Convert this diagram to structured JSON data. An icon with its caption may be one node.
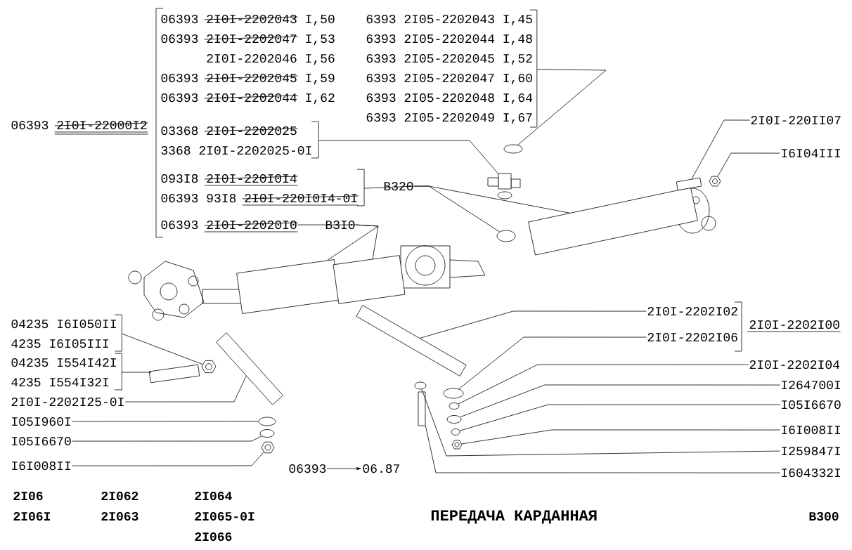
{
  "diagram": {
    "title": "ПЕРЕДАЧА КАРДАННАЯ",
    "nodes": [
      {
        "text": [
          "6393 2I05-2202043 I,45",
          "6393 2I05-2202044 I,48",
          "6393 2I05-2202045 I,52",
          "6393 2I05-2202047 I,60",
          "6393 2I05-2202048 I,64",
          "6393 2I05-2202049 I,67"
        ]
      },
      {
        "text": [
          "03368 2I0I-2202025",
          "3368 2I0I-2202025-0I"
        ]
      },
      {
        "text": [
          "093I8 2I0I-220I0I4",
          "06393 93I8 2I0I-220I0I4-0I"
        ]
      },
      {
        "text": [
          "B320"
        ]
      },
      {
        "text": [
          "06393 2I0I-22020I0"
        ]
      },
      {
        "text": [
          "B3I0"
        ]
      },
      {
        "text": [
          "2I0I-220II07"
        ]
      },
      {
        "text": [
          "I6I04III"
        ]
      },
      {
        "text": [
          "04235 I6I050II",
          "4235 I6I05III"
        ]
      },
      {
        "text": [
          "04235 I554I42I",
          "4235 I554I32I"
        ]
      },
      {
        "text": [
          "2I0I-2202I02"
        ]
      },
      {
        "text": [
          "2I0I-2202I06"
        ]
      },
      {
        "text": [
          "2I0I-2202I04"
        ]
      },
      {
        "text": [
          "I264700I"
        ]
      },
      {
        "text": [
          "2I0I-2202I25-0I"
        ]
      },
      {
        "text": [
          "I05I6670"
        ]
      },
      {
        "text": [
          "I05I960I"
        ]
      },
      {
        "text": [
          "I6I008II"
        ]
      },
      {
        "text": [
          "I05I6670"
        ]
      },
      {
        "text": [
          "I259847I"
        ]
      },
      {
        "text": [
          "I6I008II"
        ]
      },
      {
        "text": [
          "I604332I"
        ]
      },
      {
        "text": [
          "06393"
        ]
      },
      {
        "text": [
          "06.87"
        ]
      },
      {
        "text": [],
        "shape": "circle"
      },
      {
        "text": [],
        "shape": "picture"
      },
      {
        "text": [],
        "shape": "circle"
      },
      {
        "text": [],
        "shape": "box"
      },
      {
        "text": [],
        "shape": "box"
      },
      {
        "text": [],
        "shape": "picture"
      },
      {
        "text": [],
        "shape": "box"
      },
      {
        "text": [],
        "shape": "box"
      },
      {
        "text": [],
        "shape": "picture"
      },
      {
        "text": [],
        "shape": "box"
      },
      {
        "text": [],
        "shape": "box"
      },
      {
        "text": [],
        "shape": "circle"
      },
      {
        "text": [],
        "shape": "circle"
      },
      {
        "text": [],
        "shape": "picture"
      },
      {
        "text": [],
        "shape": "box"
      },
      {
        "text": [],
        "shape": "circle"
      },
      {
        "text": [],
        "shape": "circle"
      },
      {
        "text": [],
        "shape": "circle"
      },
      {
        "text": [],
        "shape": "circle"
      },
      {
        "text": [],
        "shape": "picture"
      },
      {
        "text": [],
        "shape": "circle"
      },
      {
        "text": [],
        "shape": "box"
      }
    ],
    "edges": [
      {
        "from": 0,
        "to": 24,
        "arrow": "none"
      },
      {
        "from": 1,
        "to": 25,
        "arrow": "none"
      },
      {
        "from": 2,
        "to": 3,
        "arrow": "none"
      },
      {
        "from": 4,
        "to": 5,
        "arrow": "none"
      },
      {
        "from": 3,
        "to": 26,
        "arrow": "none"
      },
      {
        "from": 3,
        "to": 27,
        "arrow": "none"
      },
      {
        "from": 5,
        "to": 30,
        "arrow": "none"
      },
      {
        "from": 5,
        "to": 31,
        "arrow": "none"
      },
      {
        "from": 6,
        "to": 28,
        "arrow": "none"
      },
      {
        "from": 7,
        "to": 29,
        "arrow": "none"
      },
      {
        "from": 8,
        "to": 32,
        "arrow": "none"
      },
      {
        "from": 9,
        "to": 33,
        "arrow": "none"
      },
      {
        "from": 10,
        "to": 38,
        "arrow": "none"
      },
      {
        "from": 11,
        "to": 39,
        "arrow": "none"
      },
      {
        "from": 12,
        "to": 40,
        "arrow": "none"
      },
      {
        "from": 13,
        "to": 41,
        "arrow": "none"
      },
      {
        "from": 14,
        "to": 34,
        "arrow": "none"
      },
      {
        "from": 15,
        "to": 42,
        "arrow": "none"
      },
      {
        "from": 16,
        "to": 35,
        "arrow": "none"
      },
      {
        "from": 17,
        "to": 43,
        "arrow": "none"
      },
      {
        "from": 18,
        "to": 36,
        "arrow": "none"
      },
      {
        "from": 19,
        "to": 44,
        "arrow": "none"
      },
      {
        "from": 20,
        "to": 37,
        "arrow": "none"
      },
      {
        "from": 21,
        "to": 45,
        "arrow": "none"
      },
      {
        "from": 22,
        "to": 23,
        "arrow": "to"
      }
    ],
    "labels": [
      "06393 2I0I-2202043 I,50",
      "06393 2I0I-2202047 I,53",
      "2I0I-2202046 I,56",
      "06393 2I0I-2202045 I,59",
      "06393 2I0I-2202044 I,62",
      "06393 2I0I-22000I2",
      "2I0I-2202I00",
      "2I06",
      "2I062",
      "2I064",
      "2I06I",
      "2I063",
      "2I065-0I",
      "2I066",
      "B300"
    ]
  }
}
